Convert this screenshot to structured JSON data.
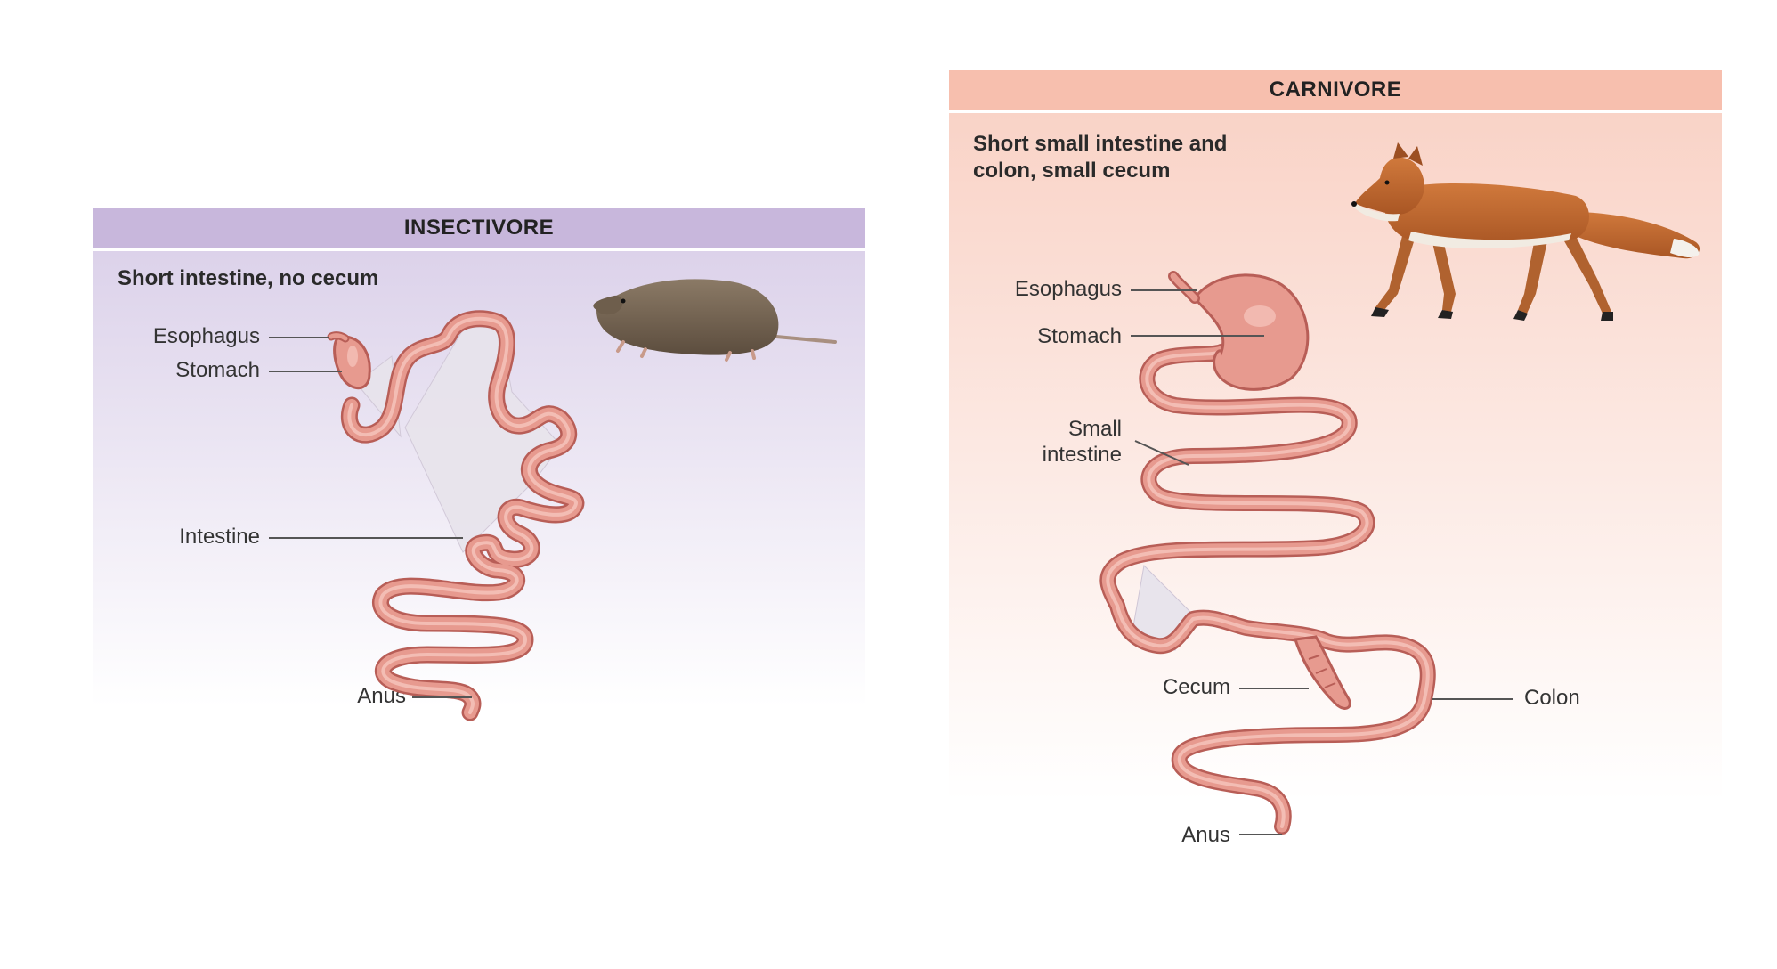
{
  "insectivore": {
    "title": "INSECTIVORE",
    "caption": "Short intestine, no cecum",
    "labels": {
      "esophagus": "Esophagus",
      "stomach": "Stomach",
      "intestine": "Intestine",
      "anus": "Anus"
    },
    "colors": {
      "header": "#c8b7dc",
      "body_top": "#dcd2ea",
      "body_bottom": "#ffffff"
    }
  },
  "carnivore": {
    "title": "CARNIVORE",
    "caption_line1": "Short small intestine and",
    "caption_line2": "colon, small cecum",
    "labels": {
      "esophagus": "Esophagus",
      "stomach": "Stomach",
      "small_intestine_line1": "Small",
      "small_intestine_line2": "intestine",
      "cecum": "Cecum",
      "colon": "Colon",
      "anus": "Anus"
    },
    "colors": {
      "header": "#f7bfae",
      "body_top": "#f9d3c7",
      "body_bottom": "#ffffff"
    }
  },
  "colors": {
    "gut_outline": "#b85e57",
    "gut_fill": "#e79a8f",
    "gut_highlight": "#f6c6bd",
    "mesentery": "#e8e4ec",
    "leader_line": "#555555"
  }
}
